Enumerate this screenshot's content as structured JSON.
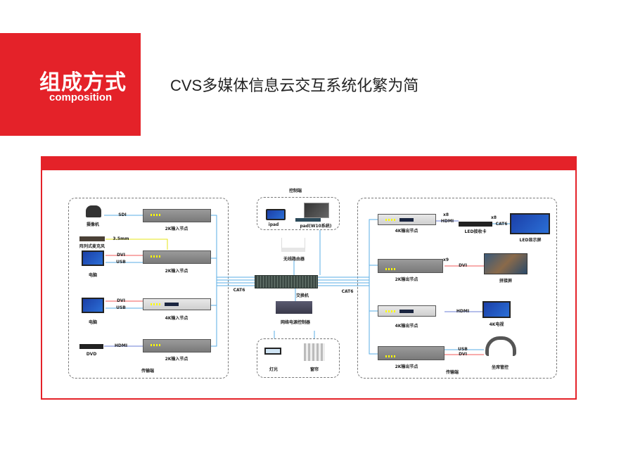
{
  "banner": {
    "title": "组成方式",
    "subtitle": "composition"
  },
  "header": {
    "title": "CVS多媒体信息云交互系统化繁为简"
  },
  "left": {
    "camera": "摄像机",
    "sdi": "SDI",
    "mic": "阵列式麦克风",
    "mm": "3.5mm",
    "pc1": "电脑",
    "pc2": "电脑",
    "dvi": "DVI",
    "usb": "USB",
    "dvd": "DVD",
    "hdmi": "HDMI",
    "node2k": "2K输入节点",
    "node4k": "4K输入节点",
    "footer": "传输端"
  },
  "center": {
    "control": "控制端",
    "ipad": "ipad",
    "pad": "pad(W10系统)",
    "router": "无线路由器",
    "switch": "交换机",
    "cat6": "CAT6",
    "power": "网络电源控制器",
    "light": "灯光",
    "curtain": "窗帘"
  },
  "right": {
    "node4k": "4K输出节点",
    "node2k": "2K输出节点",
    "x8": "x8",
    "x9": "x9",
    "hdmi": "HDMI",
    "cat6": "CAT6",
    "dvi": "DVI",
    "usb": "USB",
    "receiver": "LED接收卡",
    "led": "LED显示屏",
    "splice": "拼接屏",
    "tv": "4K电视",
    "seat": "坐席管控",
    "footer": "传输端"
  },
  "colors": {
    "brand": "#e42229",
    "blue": "#5aaee6",
    "red": "#f05a5a",
    "yellow": "#e6e619",
    "purple": "#6b7fd6"
  }
}
